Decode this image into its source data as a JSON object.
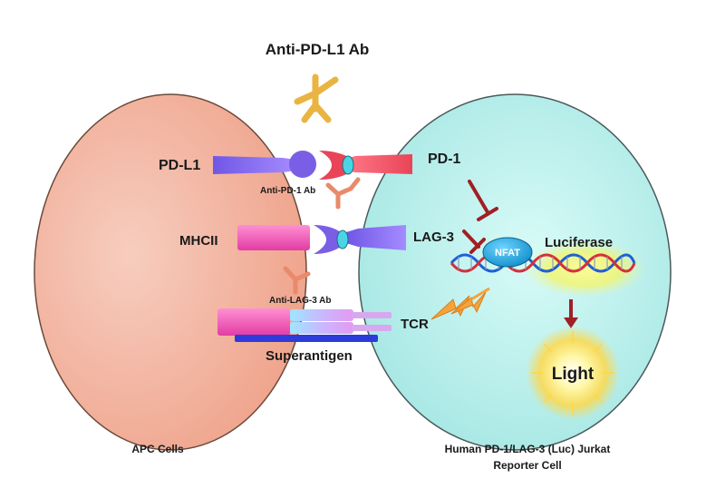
{
  "title": "",
  "labels": {
    "anti_pdl1_ab": "Anti-PD-L1 Ab",
    "pd_l1": "PD-L1",
    "pd_1": "PD-1",
    "anti_pd1_ab": "Anti-PD-1 Ab",
    "mhcii": "MHCII",
    "lag_3": "LAG-3",
    "nfat": "NFAT",
    "luciferase": "Luciferase",
    "anti_lag3_ab": "Anti-LAG-3 Ab",
    "tcr": "TCR",
    "superantigen": "Superantigen",
    "light": "Light",
    "apc_cells": "APC Cells",
    "reporter_line1": "Human PD-1/LAG-3 (Luc) Jurkat",
    "reporter_line2": "Reporter Cell"
  },
  "colors": {
    "apc_cell": "#f2b7a3",
    "reporter_cell": "#c4f0ec",
    "pdl1": "#8a6cf0",
    "pd1": "#f0566a",
    "lag3": "#8a6cf0",
    "mhcii": "#ee4fb2",
    "antibody": "#f2c15a",
    "inhibit_arrow": "#a11f25",
    "nfat": "#1e9fd8",
    "dna_blue": "#1f5fd6",
    "dna_red": "#d62f3a",
    "superantigen": "#2c3bd9",
    "glow": "#f4f36a"
  }
}
